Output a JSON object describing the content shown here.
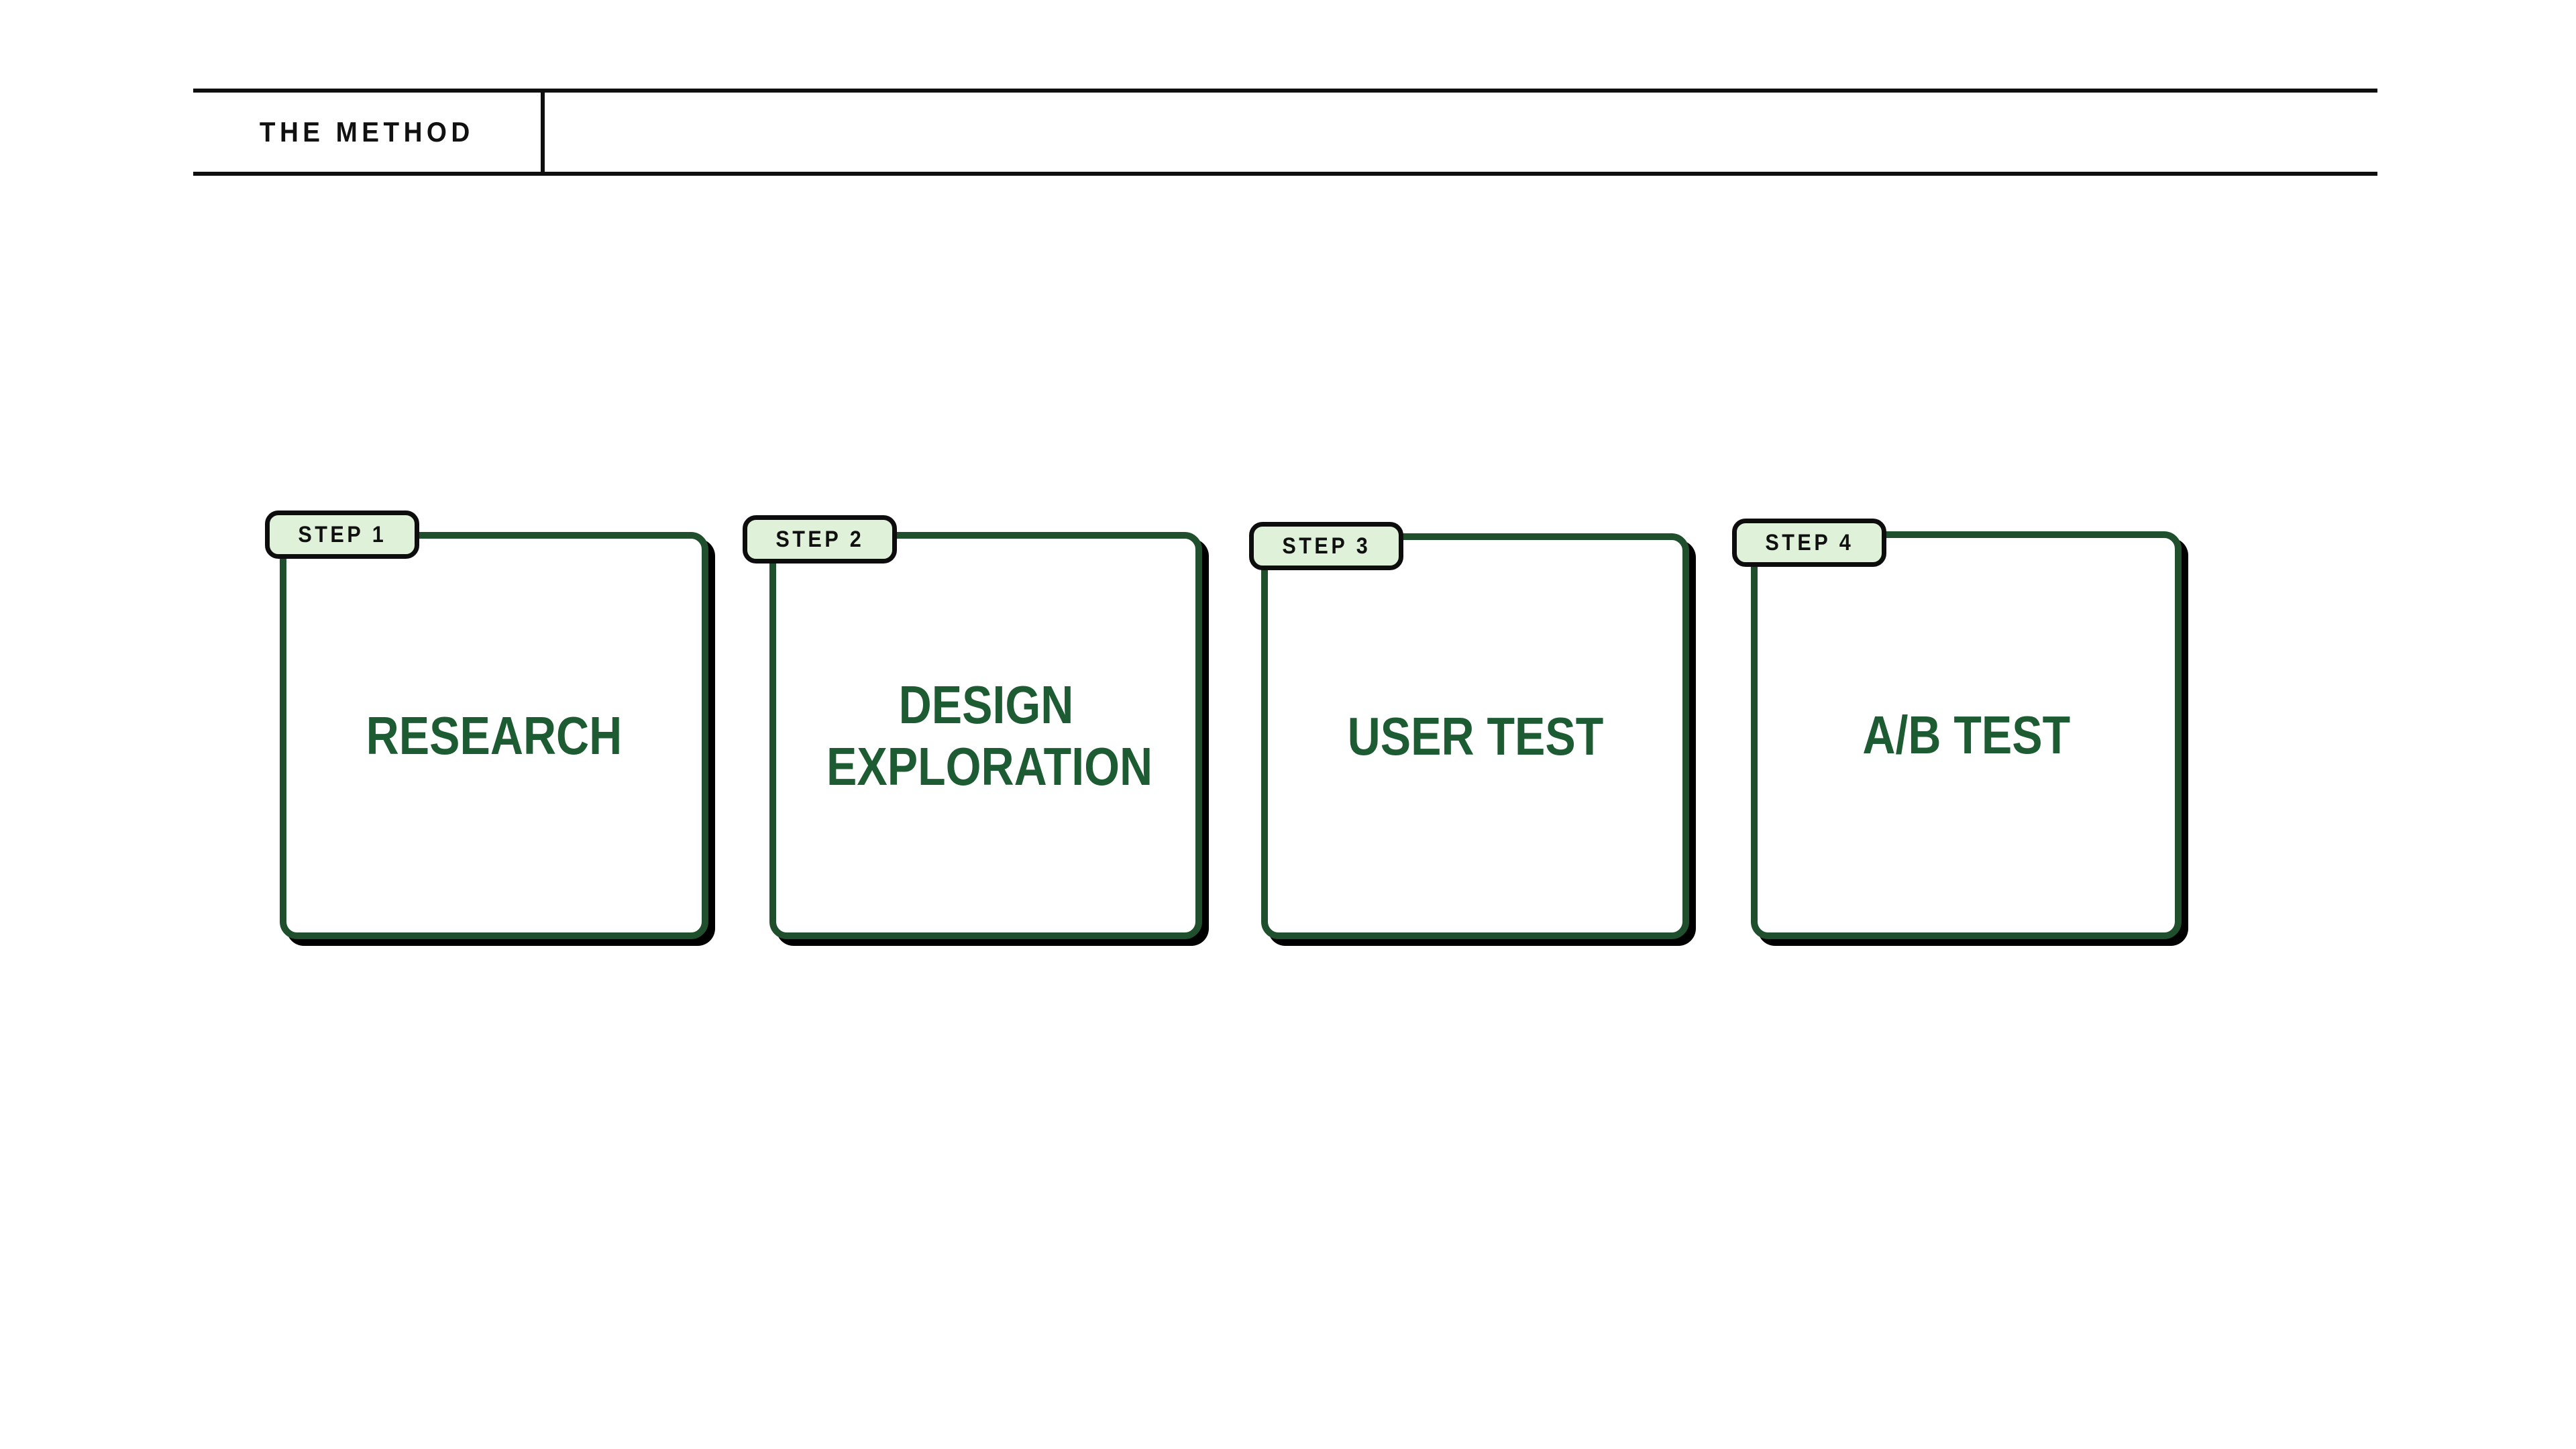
{
  "header": {
    "title": "THE METHOD"
  },
  "steps": [
    {
      "tab": "STEP 1",
      "title": "RESEARCH"
    },
    {
      "tab": "STEP 2",
      "title": "DESIGN EXPLORATION"
    },
    {
      "tab": "STEP 3",
      "title": "USER TEST"
    },
    {
      "tab": "STEP 4",
      "title": "A/B TEST"
    }
  ],
  "colors": {
    "card_border": "#1f4f2c",
    "title_text": "#1d5c33",
    "tab_bg": "#e0f1da",
    "tab_border": "#0d0d0d",
    "shadow": "#000000",
    "header_line": "#0f0f0f",
    "header_text": "#111111"
  }
}
